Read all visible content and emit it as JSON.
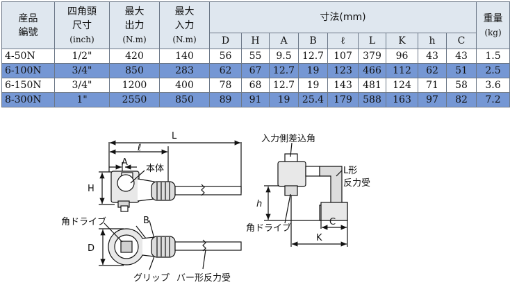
{
  "table": {
    "headers": {
      "model": [
        "産品",
        "編號"
      ],
      "square": [
        "四角頭",
        "尺寸",
        "(inch)"
      ],
      "max_out": [
        "最大",
        "出力",
        "(N.m)"
      ],
      "max_in": [
        "最大",
        "入力",
        "(N.m)"
      ],
      "dims": "寸法(mm)",
      "weight": [
        "重量",
        "(kg)"
      ],
      "dim_cols": [
        "D",
        "H",
        "A",
        "B",
        "ℓ",
        "L",
        "K",
        "h",
        "C"
      ]
    },
    "rows": [
      {
        "model": "4-50N",
        "square": "1/2\"",
        "max_out": "420",
        "max_in": "140",
        "dims": [
          "56",
          "55",
          "9.5",
          "12.7",
          "107",
          "379",
          "96",
          "43",
          "43"
        ],
        "weight": "1.5"
      },
      {
        "model": "6-100N",
        "square": "3/4\"",
        "max_out": "850",
        "max_in": "283",
        "dims": [
          "62",
          "67",
          "12.7",
          "19",
          "123",
          "466",
          "112",
          "62",
          "51"
        ],
        "weight": "2.5"
      },
      {
        "model": "6-150N",
        "square": "3/4\"",
        "max_out": "1200",
        "max_in": "400",
        "dims": [
          "78",
          "68",
          "12.7",
          "19",
          "143",
          "481",
          "124",
          "71",
          "58"
        ],
        "weight": "3.6"
      },
      {
        "model": "8-300N",
        "square": "1\"",
        "max_out": "2550",
        "max_in": "850",
        "dims": [
          "89",
          "91",
          "19",
          "25.4",
          "179",
          "588",
          "163",
          "97",
          "82"
        ],
        "weight": "7.2"
      }
    ]
  },
  "diagram": {
    "L": "L",
    "l": "ℓ",
    "A": "A",
    "H": "H",
    "B": "B",
    "D": "D",
    "h": "h",
    "C": "C",
    "K": "K",
    "body": "本体",
    "square_drive_1": "角ドライブ",
    "square_drive_2": "角ドライブ",
    "grip": "グリップ",
    "bar_reaction": "バー形反力受",
    "input_side": "入力側差込角",
    "l_form_1": "L形",
    "l_form_2": "反力受"
  }
}
